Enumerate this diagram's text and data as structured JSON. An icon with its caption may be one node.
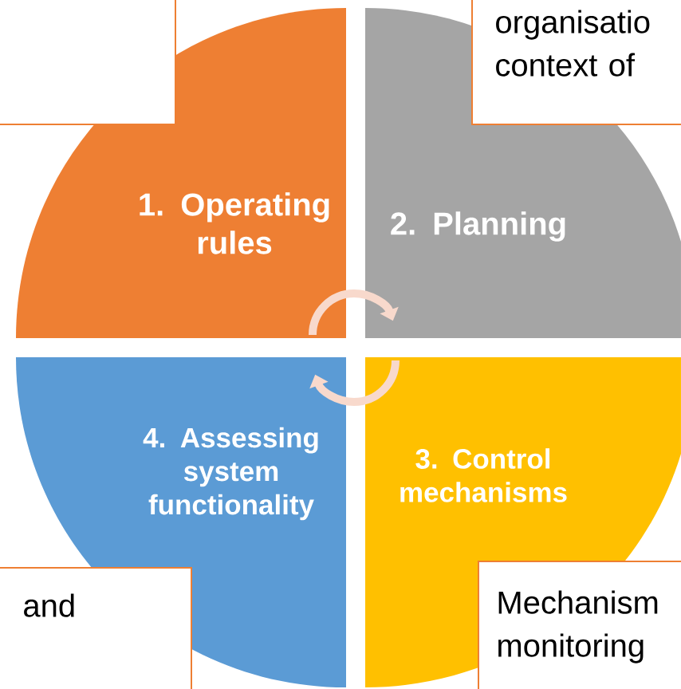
{
  "diagram": {
    "nodes": [
      {
        "text": [],
        "shape": "box"
      },
      {
        "text": [
          "organisatio context of"
        ]
      },
      {
        "text": [
          "1. Operating rules"
        ]
      },
      {
        "text": [
          "2. Planning"
        ]
      },
      {
        "text": [
          "4. Assessing system functionality"
        ]
      },
      {
        "text": [
          "3. Control mechanisms"
        ]
      },
      {
        "text": [
          "and"
        ]
      },
      {
        "text": [
          "Mechanism monitoring"
        ]
      }
    ],
    "edges": [
      {
        "from": 2,
        "to": 3,
        "arrow": "to"
      },
      {
        "from": 5,
        "to": 4,
        "arrow": "to"
      }
    ]
  }
}
